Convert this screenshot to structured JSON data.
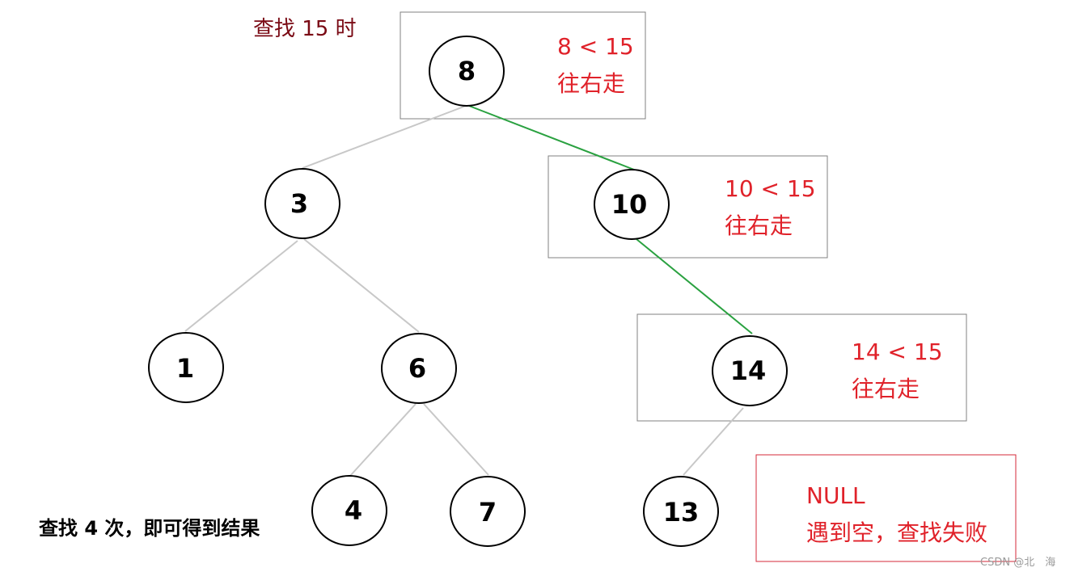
{
  "title": "查找 15 时",
  "summary": "查找 4 次，即可得到结果",
  "watermark": "CSDN @北　海",
  "colors": {
    "node_stroke": "#000000",
    "edge": "#c8c8c8",
    "path_edge": "#2aa140",
    "box_border": "#808080",
    "null_box_border": "#d42a3a",
    "note_text": "#e0222a",
    "title_text": "#7a0a14"
  },
  "tree": {
    "nodes": [
      {
        "id": "n8",
        "value": "8"
      },
      {
        "id": "n3",
        "value": "3"
      },
      {
        "id": "n10",
        "value": "10"
      },
      {
        "id": "n1",
        "value": "1"
      },
      {
        "id": "n6",
        "value": "6"
      },
      {
        "id": "n14",
        "value": "14"
      },
      {
        "id": "n4",
        "value": "4"
      },
      {
        "id": "n7",
        "value": "7"
      },
      {
        "id": "n13",
        "value": "13"
      }
    ],
    "edges": [
      {
        "from": "n8",
        "to": "n3",
        "on_search_path": false
      },
      {
        "from": "n8",
        "to": "n10",
        "on_search_path": true
      },
      {
        "from": "n3",
        "to": "n1",
        "on_search_path": false
      },
      {
        "from": "n3",
        "to": "n6",
        "on_search_path": false
      },
      {
        "from": "n10",
        "to": "n14",
        "on_search_path": true
      },
      {
        "from": "n6",
        "to": "n4",
        "on_search_path": false
      },
      {
        "from": "n6",
        "to": "n7",
        "on_search_path": false
      },
      {
        "from": "n14",
        "to": "n13",
        "on_search_path": false
      }
    ]
  },
  "steps": [
    {
      "node": "n8",
      "compare": "8 < 15",
      "action": "往右走"
    },
    {
      "node": "n10",
      "compare": "10 < 15",
      "action": "往右走"
    },
    {
      "node": "n14",
      "compare": "14 < 15",
      "action": "往右走"
    }
  ],
  "result": {
    "line1": "NULL",
    "line2": "遇到空，查找失败"
  }
}
